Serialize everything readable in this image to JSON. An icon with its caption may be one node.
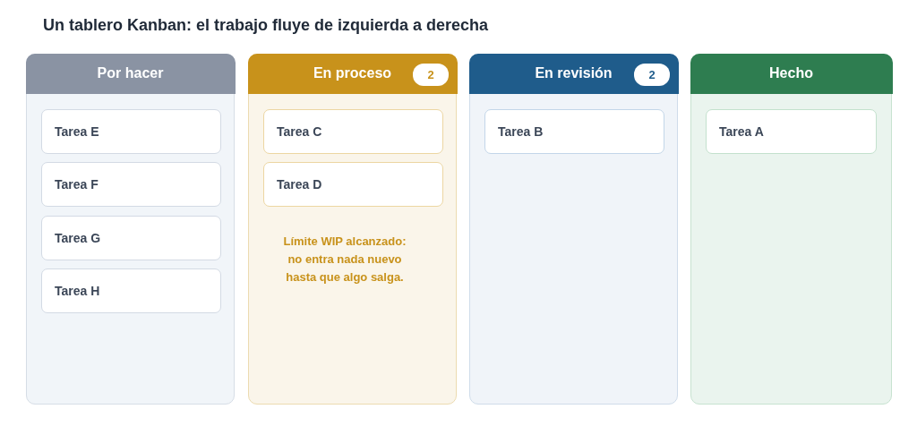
{
  "diagram": {
    "title": "Un tablero Kanban: el trabajo fluye de izquierda a derecha",
    "nodes": [
      {
        "text": [
          "Por hacer"
        ]
      },
      {
        "text": [
          "Tarea E"
        ],
        "in": 0
      },
      {
        "text": [
          "Tarea F"
        ],
        "in": 0
      },
      {
        "text": [
          "Tarea G"
        ],
        "in": 0
      },
      {
        "text": [
          "Tarea H"
        ],
        "in": 0
      },
      {
        "text": [
          "En proceso",
          "Límite WIP alcanzado: no entra nada nuevo hasta que algo salga."
        ]
      },
      {
        "text": [
          "2"
        ],
        "in": 5
      },
      {
        "text": [
          "Tarea C"
        ],
        "in": 5
      },
      {
        "text": [
          "Tarea D"
        ],
        "in": 5
      },
      {
        "text": [
          "En revisión"
        ]
      },
      {
        "text": [
          "2"
        ],
        "in": 9
      },
      {
        "text": [
          "Tarea B"
        ],
        "in": 9
      },
      {
        "text": [
          "Hecho"
        ]
      },
      {
        "text": [
          "Tarea A"
        ],
        "in": 12
      }
    ]
  }
}
